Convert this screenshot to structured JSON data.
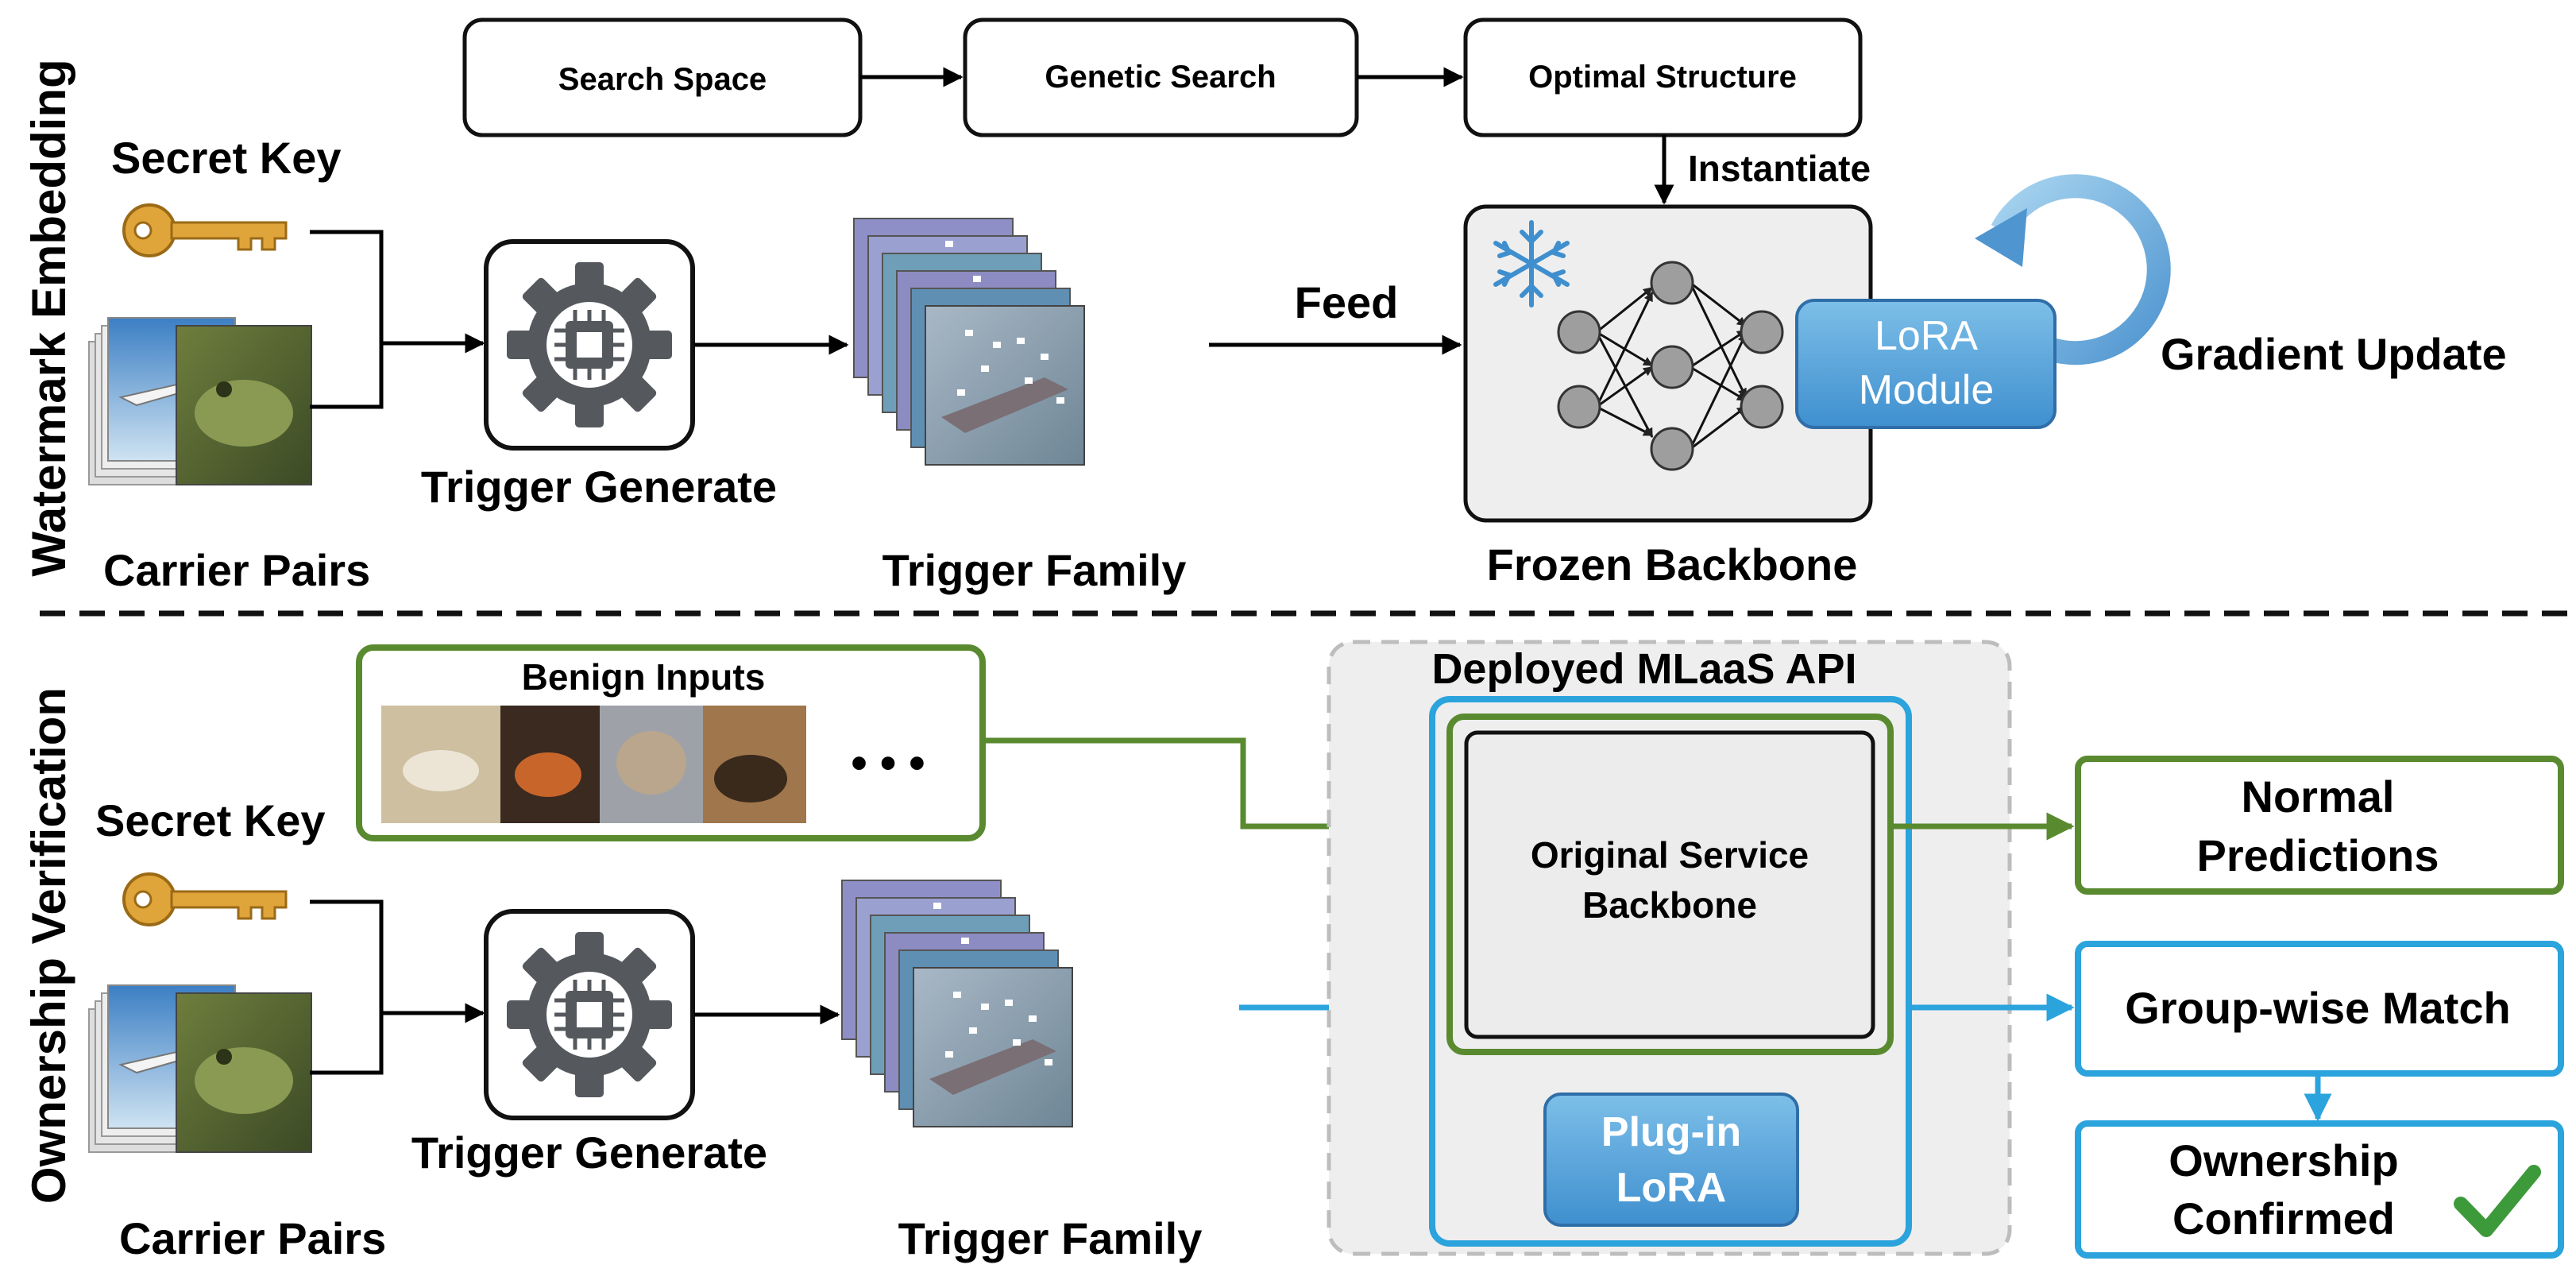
{
  "sections": {
    "top_label": "Watermark Embedding",
    "bottom_label": "Ownership Verification"
  },
  "search": {
    "space": "Search Space",
    "genetic": "Genetic Search",
    "optimal": "Optimal Structure",
    "instantiate": "Instantiate"
  },
  "embed": {
    "secret_key": "Secret Key",
    "carrier_pairs": "Carrier Pairs",
    "trigger_generate": "Trigger Generate",
    "trigger_family": "Trigger Family",
    "feed": "Feed",
    "frozen_backbone": "Frozen Backbone",
    "lora_line1": "LoRA",
    "lora_line2": "Module",
    "gradient_update": "Gradient Update"
  },
  "verify": {
    "benign_inputs": "Benign Inputs",
    "ellipsis": "• • •",
    "secret_key": "Secret Key",
    "carrier_pairs": "Carrier Pairs",
    "trigger_generate": "Trigger Generate",
    "trigger_family": "Trigger Family",
    "api_title": "Deployed MLaaS API",
    "service_line1": "Original Service",
    "service_line2": "Backbone",
    "plugin_line1": "Plug-in",
    "plugin_line2": "LoRA",
    "normal_line1": "Normal",
    "normal_line2": "Predictions",
    "group_match": "Group-wise Match",
    "ownership_line1": "Ownership",
    "ownership_line2": "Confirmed"
  },
  "colors": {
    "green": "#5a8a2f",
    "blue": "#2ba3dc",
    "lora_fill": "#5aa6d8",
    "gear": "#55595e",
    "key": "#e0a53a",
    "check": "#3d9a3a"
  }
}
